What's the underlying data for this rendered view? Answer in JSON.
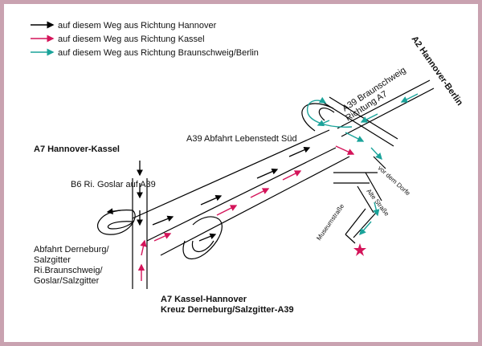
{
  "legend": [
    {
      "label": "auf diesem Weg aus Richtung Hannover",
      "color": "#000000"
    },
    {
      "label": "auf diesem Weg aus Richtung Kassel",
      "color": "#d4145a"
    },
    {
      "label": "auf diesem Weg aus Richtung Braunschweig/Berlin",
      "color": "#1aa39a"
    }
  ],
  "roads": {
    "a2": "A2 Hannover-Berlin",
    "a39_braunschweig_1": "A39 Braunschweig",
    "a39_braunschweig_2": "Richtung A7",
    "a39_abfahrt": "A39 Abfahrt Lebenstedt Süd",
    "a7_hannover_kassel": "A7 Hannover-Kassel",
    "b6": "B6 Ri. Goslar auf A39",
    "abfahrt_1": "Abfahrt Derneburg/",
    "abfahrt_2": "Salzgitter",
    "abfahrt_3": "Ri.Braunschweig/",
    "abfahrt_4": "Goslar/Salzgitter",
    "a7_kassel_hannover": "A7 Kassel-Hannover",
    "kreuz": "Kreuz Derneburg/Salzgitter-A39",
    "vor_dem_dorfe": "vor dem Dorfe",
    "alte_strasse": "Alte Straße",
    "museumstrasse": "Museumstraße"
  },
  "colors": {
    "hannover": "#000000",
    "kassel": "#d4145a",
    "braunschweig": "#1aa39a",
    "destination": "#d4145a",
    "frame": "#c9a2b0"
  },
  "destination_icon": "destination-star-icon"
}
